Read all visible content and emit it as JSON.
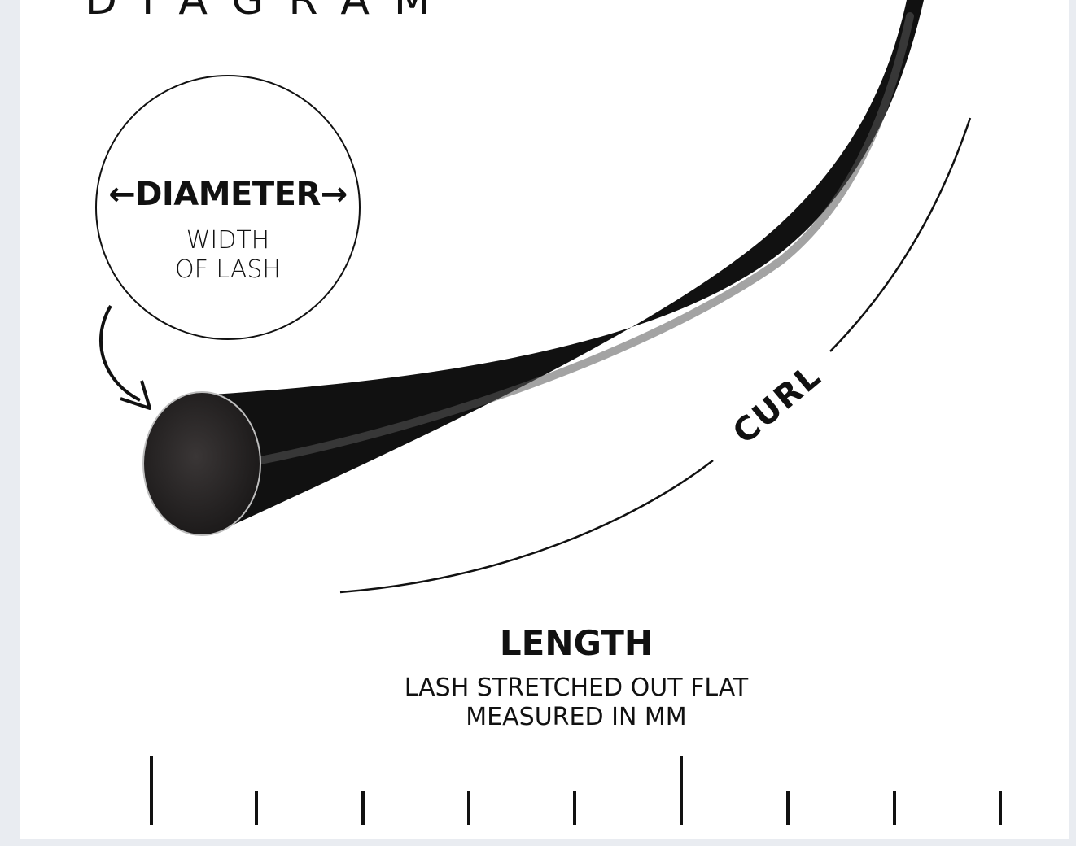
{
  "title": "DIAGRAM",
  "diameter": {
    "heading": "←DIAMETER→",
    "line1": "WIDTH",
    "line2": "OF LASH"
  },
  "curl": {
    "label": "CURL"
  },
  "length": {
    "title": "LENGTH",
    "line1": "LASH STRETCHED OUT FLAT",
    "line2": "MEASURED IN MM"
  },
  "colors": {
    "background": "#e9ecf1",
    "card": "#ffffff",
    "ink": "#111111",
    "lash": "#141414"
  },
  "icons": [
    "arrow-curved-icon",
    "ruler-ticks"
  ]
}
